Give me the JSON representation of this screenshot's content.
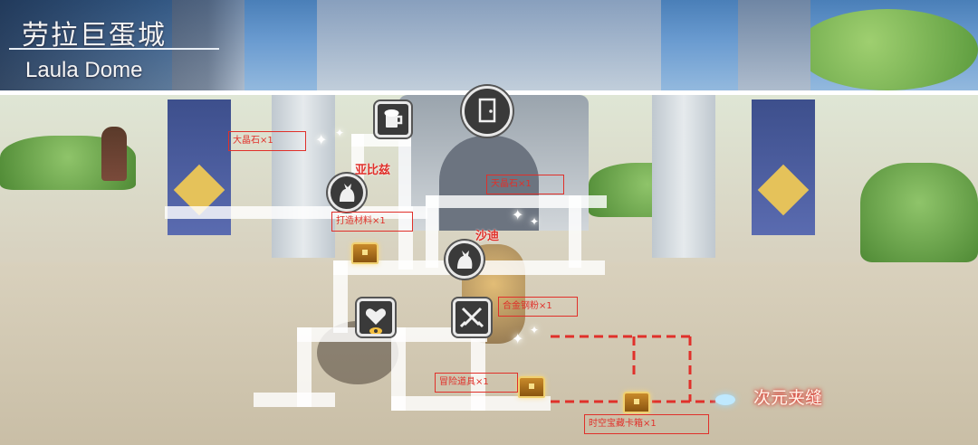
{
  "area": {
    "name_cn": "劳拉巨蛋城",
    "name_en": "Laula Dome"
  },
  "npcs": [
    {
      "name": "亚比兹",
      "icon": "cat-icon"
    },
    {
      "name": "沙迪",
      "icon": "cat-icon"
    }
  ],
  "map_icons": {
    "tavern": "beer-mug-icon",
    "gate": "door-icon",
    "heart": "heart-eye-icon",
    "battle": "crossed-swords-icon"
  },
  "items": [
    {
      "text": "大晶石×1"
    },
    {
      "text": "天晶石×1"
    },
    {
      "text": "打造材料×1"
    },
    {
      "text": "合金钢粉×1"
    },
    {
      "text": "冒险道具×1"
    },
    {
      "text": "时空宝藏卡箱×1"
    }
  ],
  "destination": {
    "label": "次元夹缝"
  },
  "colors": {
    "label_red": "#e0302a",
    "path_white": "#ffffff",
    "icon_dark": "#3a3a3a"
  }
}
